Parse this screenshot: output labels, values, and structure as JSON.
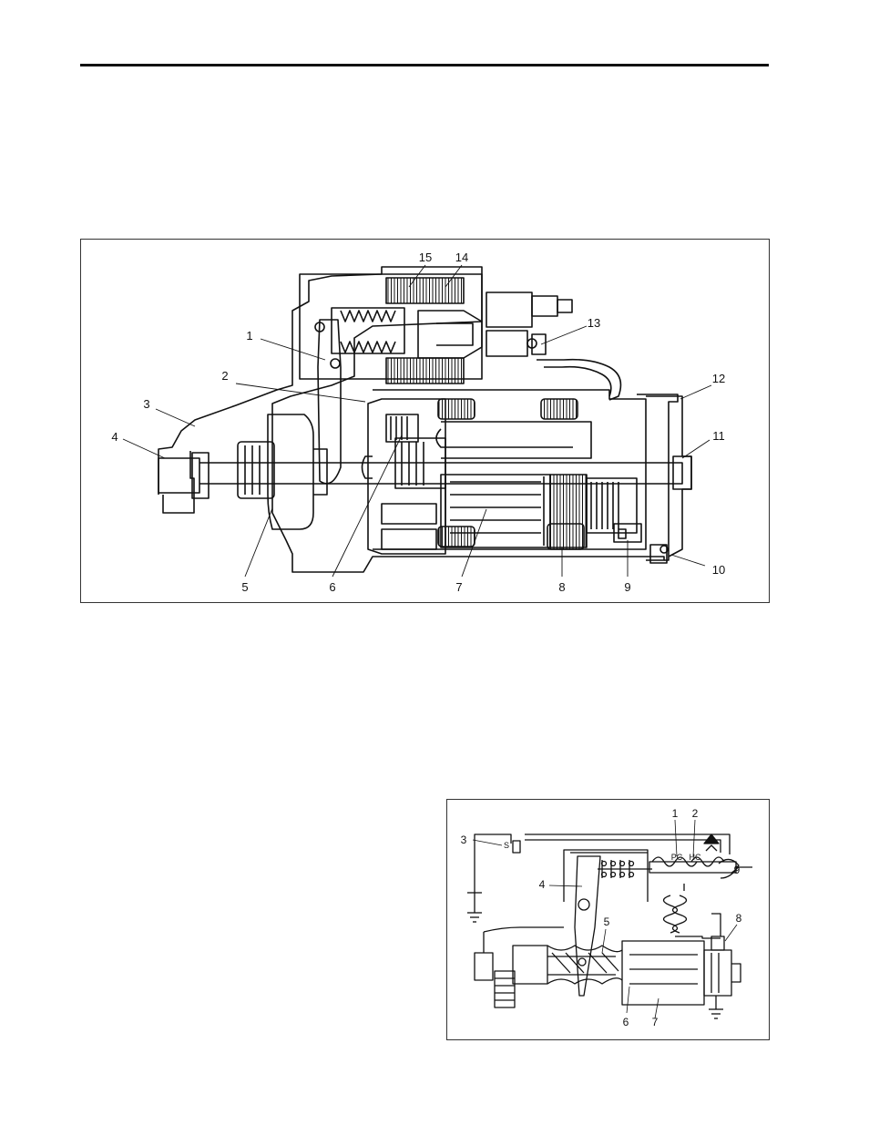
{
  "figure1": {
    "callouts": [
      "1",
      "2",
      "3",
      "4",
      "5",
      "6",
      "7",
      "8",
      "9",
      "10",
      "11",
      "12",
      "13",
      "14",
      "15"
    ]
  },
  "figure2": {
    "callouts": [
      "1",
      "2",
      "3",
      "4",
      "5",
      "6",
      "7",
      "8",
      "9"
    ],
    "tags": {
      "s": "S",
      "pc": "PC",
      "hc": "HC"
    }
  }
}
